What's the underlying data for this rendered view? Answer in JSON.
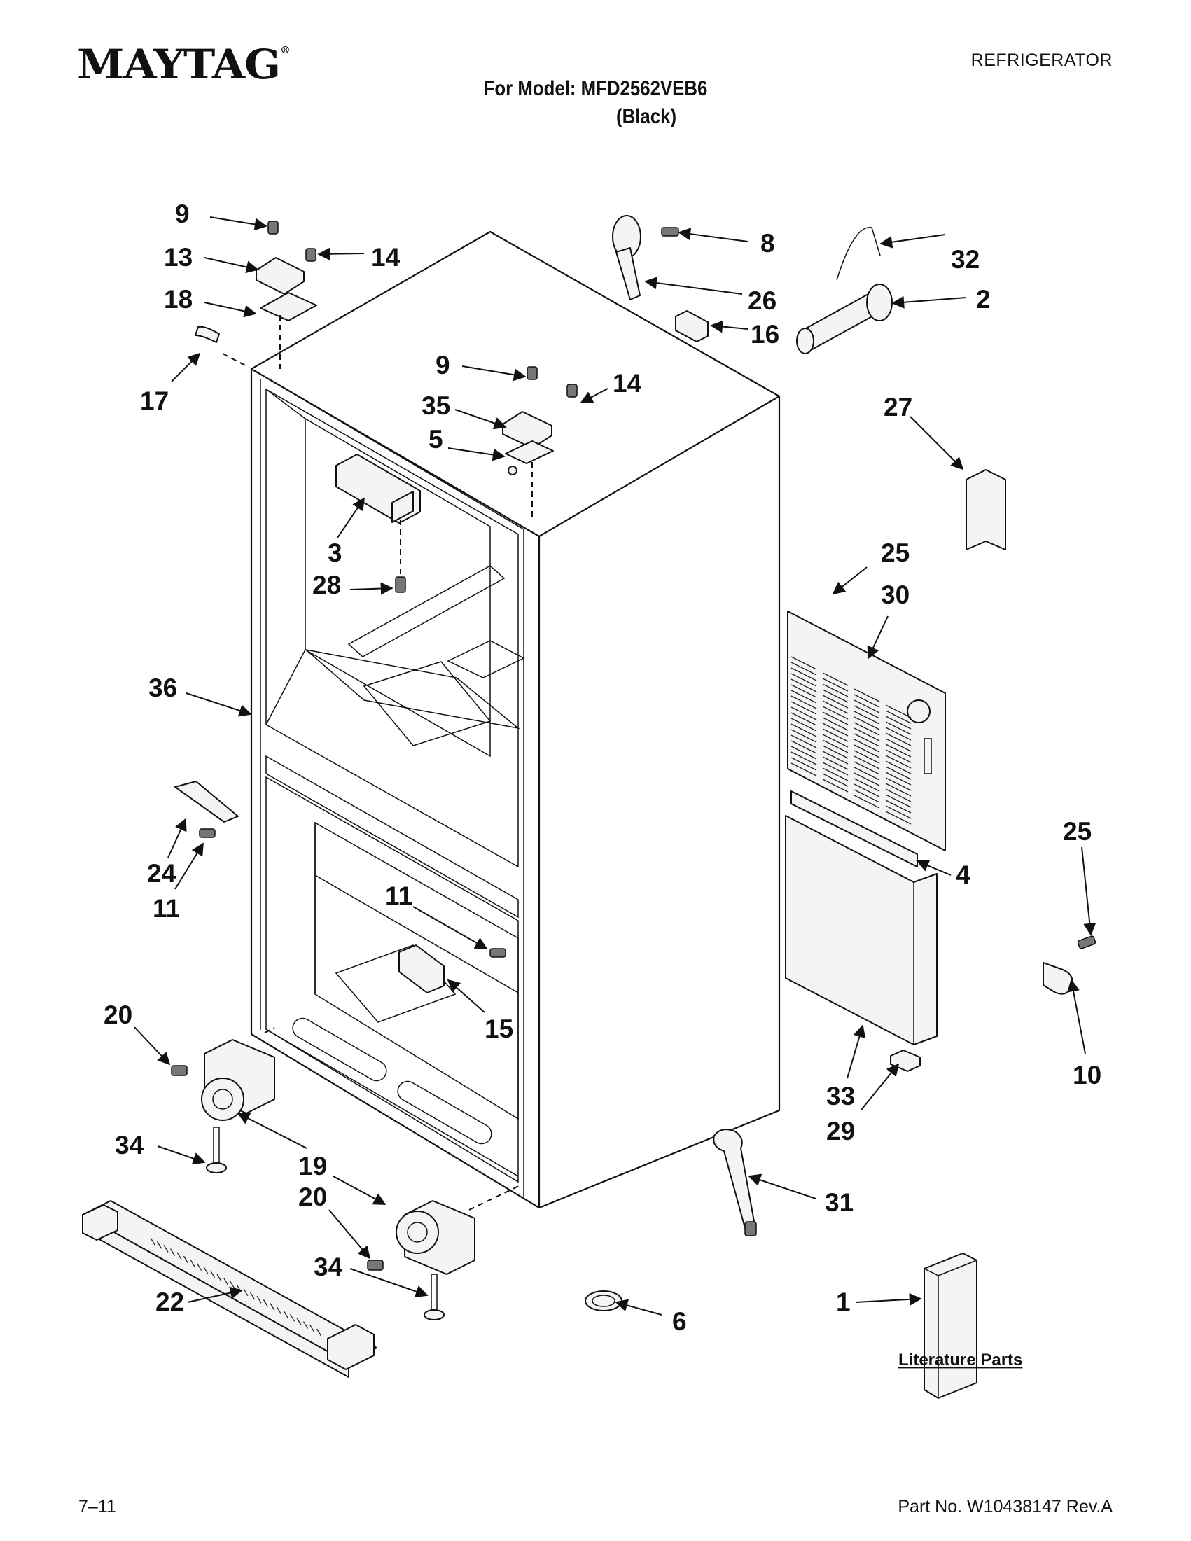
{
  "header": {
    "brand": "MAYTAG",
    "trademark": "®",
    "category": "REFRIGERATOR",
    "model_line": "For Model: MFD2562VEB6",
    "variant": "(Black)"
  },
  "callouts": {
    "c9a": "9",
    "c13": "13",
    "c14a": "14",
    "c18": "18",
    "c17": "17",
    "c8": "8",
    "c26": "26",
    "c16": "16",
    "c32": "32",
    "c2": "2",
    "c9b": "9",
    "c14b": "14",
    "c35": "35",
    "c5": "5",
    "c27": "27",
    "c3": "3",
    "c28": "28",
    "c25a": "25",
    "c30": "30",
    "c36": "36",
    "c24": "24",
    "c11a": "11",
    "c11b": "11",
    "c4": "4",
    "c25b": "25",
    "c15": "15",
    "c20a": "20",
    "c10": "10",
    "c33": "33",
    "c29": "29",
    "c34a": "34",
    "c19": "19",
    "c20b": "20",
    "c31": "31",
    "c34b": "34",
    "c22": "22",
    "c6": "6",
    "c1": "1"
  },
  "literature_label": "Literature Parts",
  "footer": {
    "date_code": "7–11",
    "part_number": "Part No. W10438147 Rev.A"
  }
}
